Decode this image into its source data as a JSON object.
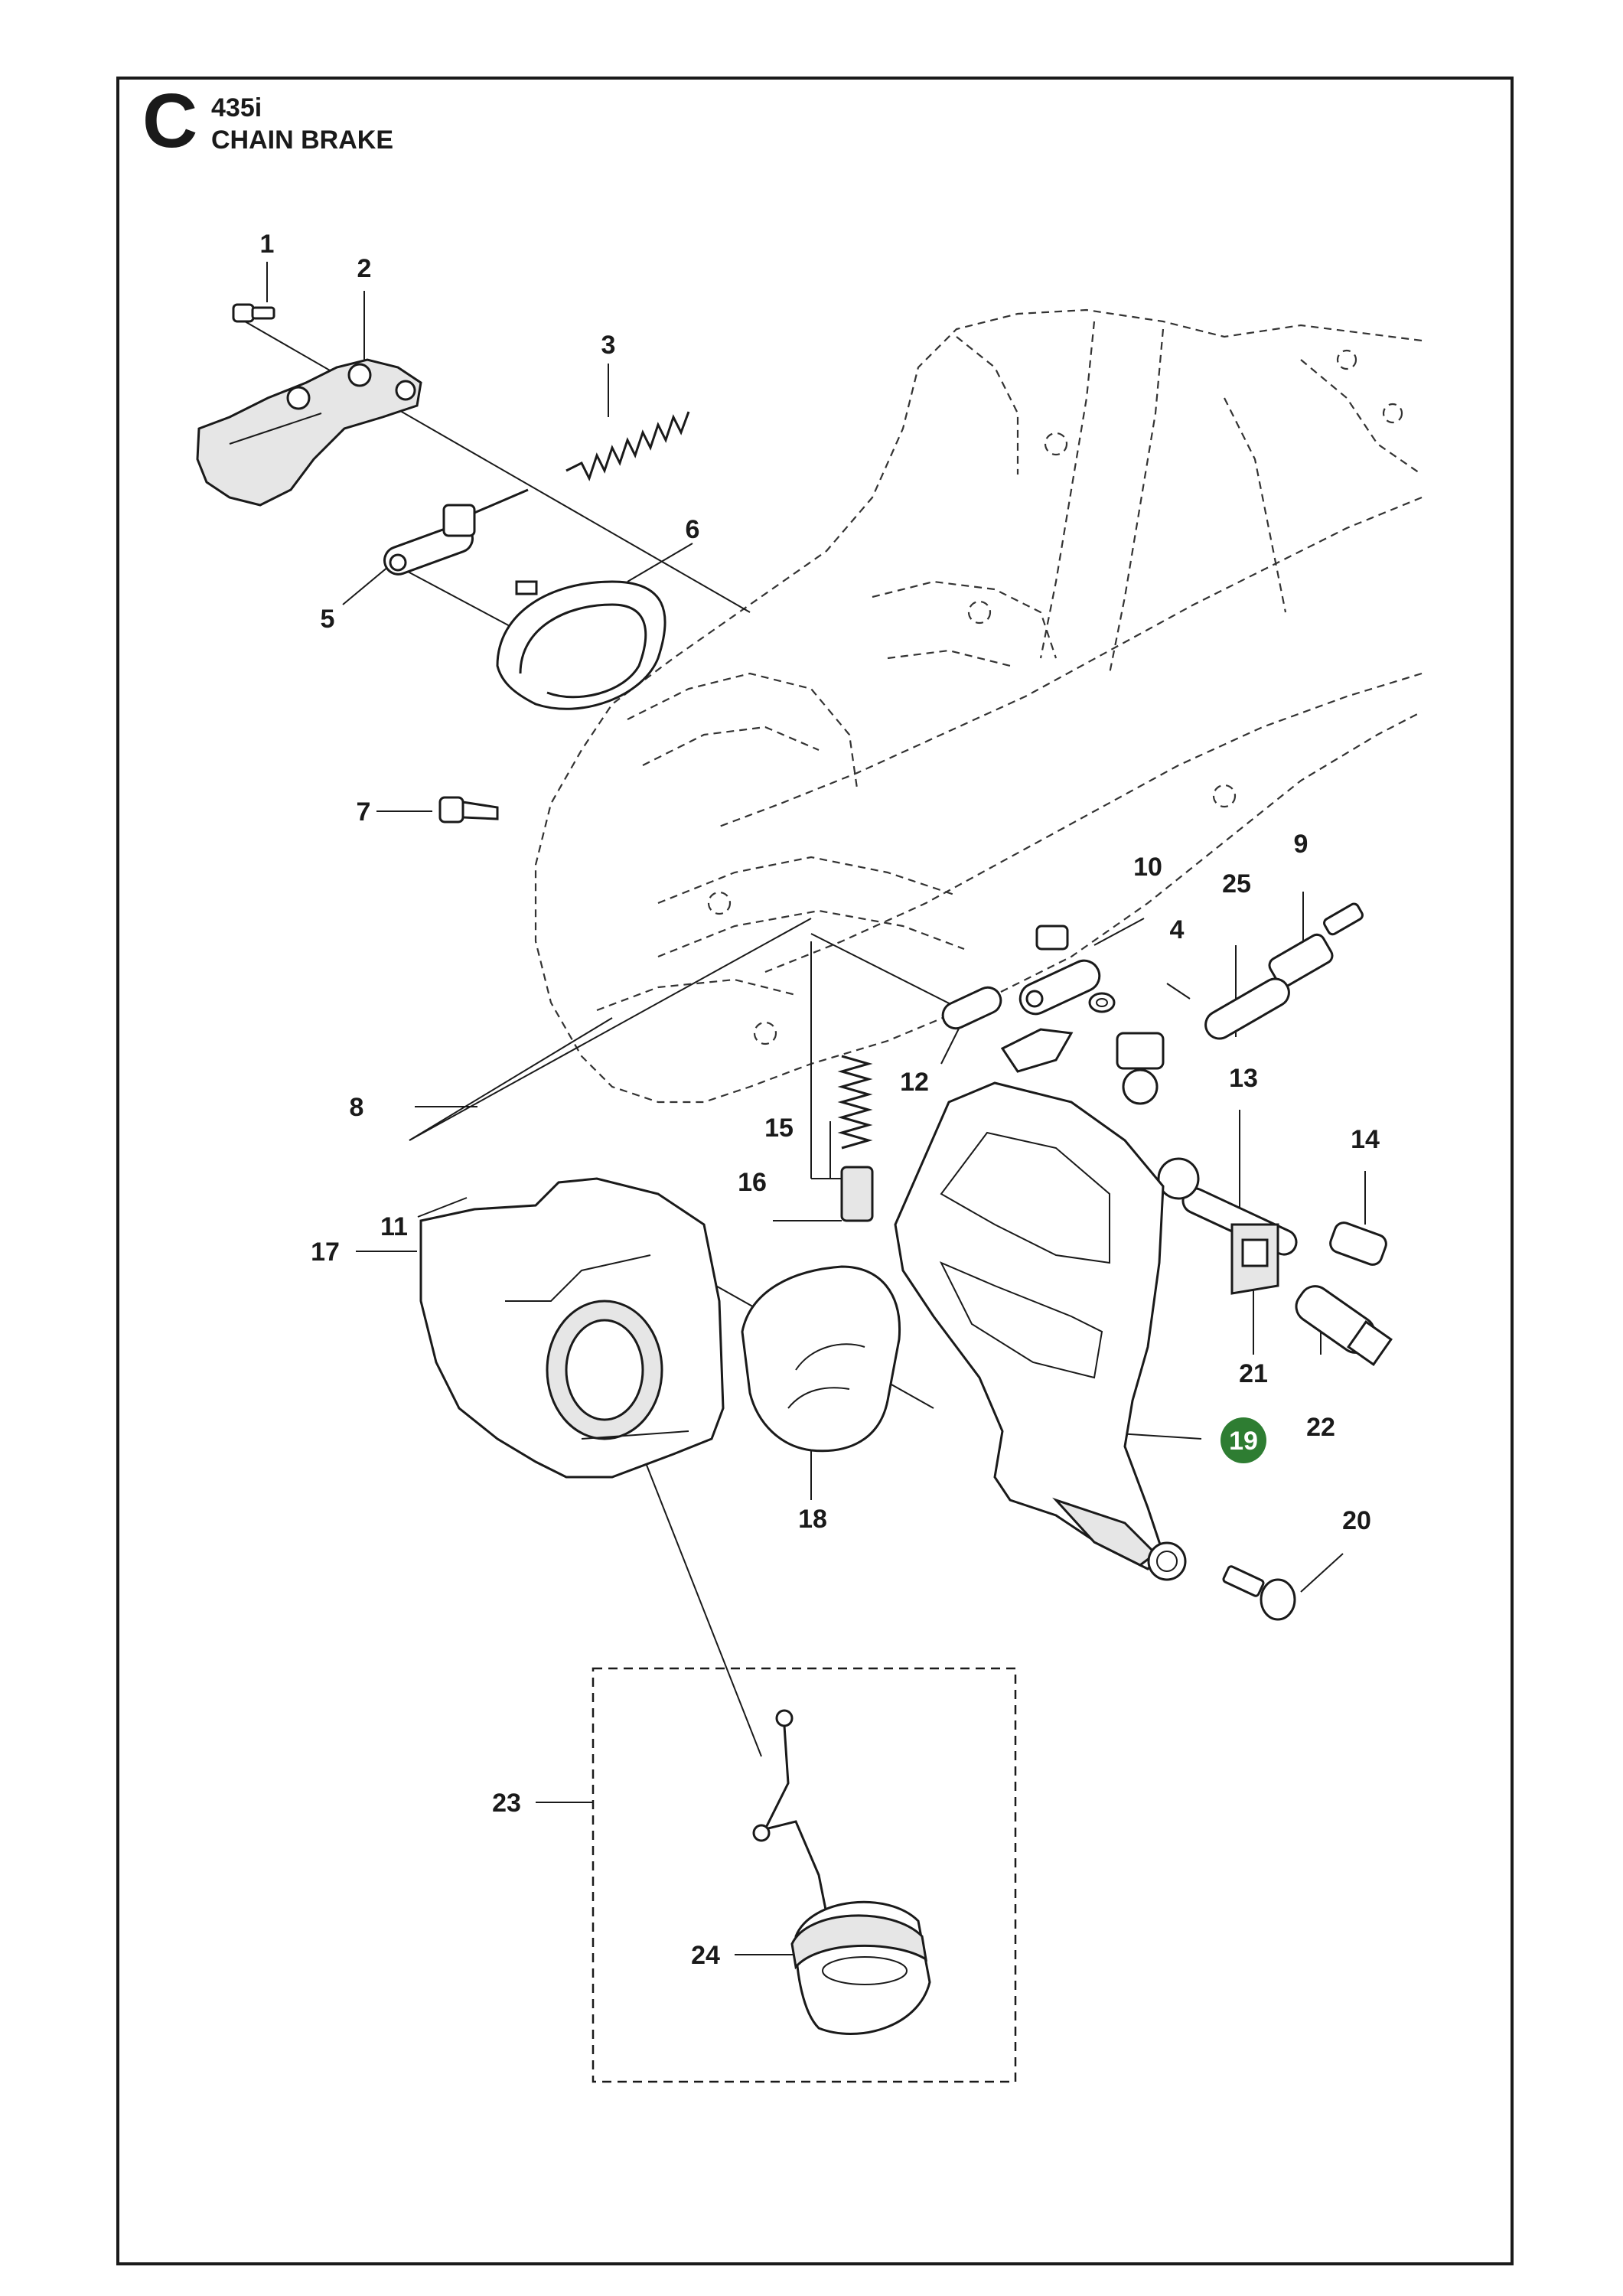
{
  "header": {
    "section_letter": "C",
    "model": "435i",
    "title": "CHAIN BRAKE"
  },
  "callouts": [
    {
      "id": "1",
      "label": "1",
      "highlight": false
    },
    {
      "id": "2",
      "label": "2",
      "highlight": false
    },
    {
      "id": "3",
      "label": "3",
      "highlight": false
    },
    {
      "id": "4",
      "label": "4",
      "highlight": false
    },
    {
      "id": "5",
      "label": "5",
      "highlight": false
    },
    {
      "id": "6",
      "label": "6",
      "highlight": false
    },
    {
      "id": "7",
      "label": "7",
      "highlight": false
    },
    {
      "id": "8",
      "label": "8",
      "highlight": false
    },
    {
      "id": "9",
      "label": "9",
      "highlight": false
    },
    {
      "id": "10",
      "label": "10",
      "highlight": false
    },
    {
      "id": "11",
      "label": "11",
      "highlight": false
    },
    {
      "id": "12",
      "label": "12",
      "highlight": false
    },
    {
      "id": "13",
      "label": "13",
      "highlight": false
    },
    {
      "id": "14",
      "label": "14",
      "highlight": false
    },
    {
      "id": "15",
      "label": "15",
      "highlight": false
    },
    {
      "id": "16",
      "label": "16",
      "highlight": false
    },
    {
      "id": "17",
      "label": "17",
      "highlight": false
    },
    {
      "id": "18",
      "label": "18",
      "highlight": false
    },
    {
      "id": "19",
      "label": "19",
      "highlight": true
    },
    {
      "id": "20",
      "label": "20",
      "highlight": false
    },
    {
      "id": "21",
      "label": "21",
      "highlight": false
    },
    {
      "id": "22",
      "label": "22",
      "highlight": false
    },
    {
      "id": "23",
      "label": "23",
      "highlight": false
    },
    {
      "id": "24",
      "label": "24",
      "highlight": false
    },
    {
      "id": "25",
      "label": "25",
      "highlight": false
    }
  ],
  "colors": {
    "ink": "#1a1a1a",
    "highlight": "#2e7d32"
  }
}
